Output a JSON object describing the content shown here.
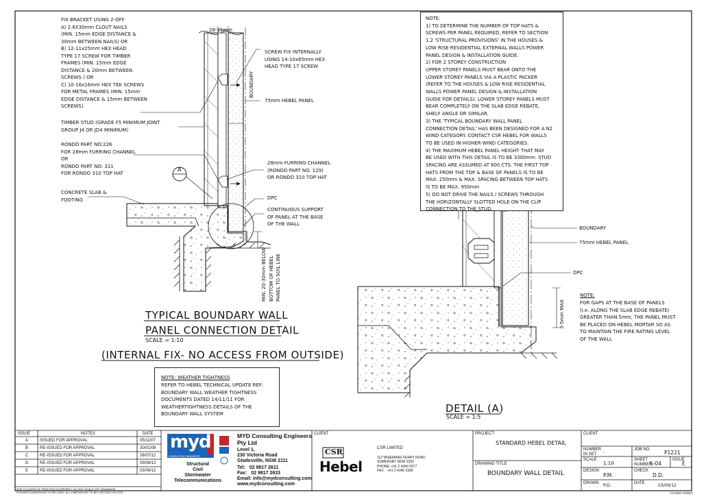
{
  "left_labels": {
    "fix_bracket": "FIX BRACKET USING 2-OFF\nA) 2.8X30mm CLOUT NAILS\n(MIN. 15mm EDGE DISTANCE &\n30mm BETWEEN NAILS) OR\nB) 12-11x25mm HEX HEAD\nTYPE 17 SCREW FOR TIMBER\nFRAMES (MIN. 15mm EDGE\nDISTANCE & 20mm BETWEEN\nSCREWS ) OR\nC) 10-16x16mm HEX TEK SCREWS\nFOR METAL FRAMES (MIN. 15mm\nEDGE DISTANCE & 15mm BETWEEN\nSCREWS)",
    "timber_stud": "TIMBER STUD (GRADE F5 MINIMUM JOINT\nGROUP J4 OR JD4 MINIMUM)",
    "rondo": "RONDO PART NO:226\nFOR 28mm FURRING CHANNEL\nOR\nRONDO PART NO: 311\nFOR RONDO 310 TOP HAT",
    "slab": "CONCRETE SLAB &\nFOOTING",
    "dim_top": "28-35mm",
    "screw_fix": "SCREW FIX INTERNALLY\nUSING 14-10x65mm HEX\nHEAD TYPE 17 SCREW",
    "boundary_vertical": "BOUNDARY",
    "panel_75": "75mm HEBEL PANEL",
    "furring": "28mm FURRING CHANNEL\n(RONDO PART NO. 129)\nOR RONDO 310 TOP HAT",
    "dpc": "DPC",
    "continuous": "CONTINUOUS SUPPORT\nOF PANEL AT THE BASE\nOF THE WALL",
    "below_soil": "MIN. 20-30mm BELOW\nBOTTOM OF HEBEL\nPANEL TO SOIL LINE",
    "callout": "A"
  },
  "main_title": {
    "line1": "TYPICAL BOUNDARY WALL",
    "line2": "PANEL CONNECTION DETAIL",
    "scale": "SCALE = 1:10",
    "line3": "(INTERNAL FIX- NO ACCESS FROM OUTSIDE)"
  },
  "weather_note": {
    "heading": "NOTE: WEATHER TIGHTNESS",
    "body": "REFER TO HEBEL TECHNICAL UPDATE REF:\nBOUNDARY WALL WEATHER TIGHTNESS\nDOCUMENTS DATED 14/11/11 FOR\nWEATHERTIGHTNESS DETAILS OF THE\nBOUNDARY WALL SYSTEM"
  },
  "notes_box": {
    "text": "NOTE:\n1) TO DETERMINE THE NUMBER OF TOP HATS &\nSCREWS PER PANEL REQUIRED, REFER TO SECTION\n1.2 'STRUCTURAL PROVISIONS' IN THE HOUSES &\nLOW RISE RESIDENTIAL EXTERNAL WALLS POWER\nPANEL DESIGN & INSTALLATION GUIDE.\n2) FOR 2 STOREY CONSTRUCTION\nUPPER STOREY PANELS MUST BEAR ONTO THE\nLOWER STOREY PANELS VIA A PLASTIC PACKER\n(REFER TO THE HOUSES & LOW RISE RESIDENTIAL\nWALLS POWER PANEL DESIGN & INSTALLATION\nGUIDE FOR DETAILS). LOWER STOREY PANELS MUST\nBEAR COMPLETELY ON THE SLAB EDGE REBATE,\nSHELF ANGLE OR SIMILAR.\n3) THE 'TYPICAL BOUNDARY WALL PANEL\nCONNECTION DETAIL' HAS BEEN DESIGNED FOR A N2\nWIND CATEGORY. CONTACT CSR HEBEL FOR WALLS\nTO BE USED IN HIGHER WIND CATEGORIES.\n4) THE MAXIMUM HEBEL PANEL HEIGHT THAT MAY\nBE USED WITH THIS DETAIL IS TO BE 3300mm. STUD\nSPACING ARE ASSUMED AT 600 CTS. THE FIRST TOP\nHATS FROM THE TOP & BASE OF PANELS IS TO BE\nMAX. 250mm & MAX. SPACING BETWEEN TOP HATS\nIS TO BE MAX. 950mm\n5) DO NOT DRIVE THE NAILS / SCREWS THROUGH\nTHE HORIZONTALLY SLOTTED HOLE ON THE CLIP\nCONNECTION TO THE STUD."
  },
  "detail_a": {
    "boundary": "BOUNDARY",
    "panel": "75mm HEBEL PANEL",
    "dpc": "DPC",
    "dim": "3-5mm MAX",
    "note_heading": "NOTE:",
    "note_body": "FOR GAPS AT THE BASE OF PANELS\n(i.e. ALONG THE SLAB EDGE REBATE)\nGREATER THAN 5mm, THE PANEL MUST\nBE PLACED ON HEBEL MORTAR SO AS\nTO MAINTAIN THE FIRE RATING LEVEL\nOF THE WALL",
    "title": "DETAIL (A)",
    "scale": "SCALE = 1:5"
  },
  "title_block": {
    "issue_header": "ISSUE",
    "notes_header": "NOTES",
    "date_header": "DATE",
    "issues": [
      {
        "issue": "A",
        "note": "ISSUED FOR APPROVAL",
        "date": "05/11/07"
      },
      {
        "issue": "B",
        "note": "RE-ISSUED FOR APPROVAL",
        "date": "30/01/08"
      },
      {
        "issue": "C",
        "note": "RE-ISSUED FOR APPROVAL",
        "date": "26/07/12"
      },
      {
        "issue": "D",
        "note": "RE-ISSUED FOR APPROVAL",
        "date": "09/08/12"
      },
      {
        "issue": "E",
        "note": "RE-ISSUED FOR APPROVAL",
        "date": "03/09/12"
      }
    ],
    "myd_logo": "myd",
    "myd_tagline": "CONSULTING ENGINEERS",
    "services": "Structural\nCivil\nStormwater\nTelecommunications",
    "company": "MYD Consulting Engineers\nPty Ltd",
    "address": "Level 1,\n230 Victoria Road\nGladesville, NSW 2111",
    "contact": "Tel:   02 9817 2611\nFax:   02 9817 2633\nEmail: info@mydconsulting.com\nwww.mydconsulting.com",
    "client_label": "CLIENT",
    "csr_logo": "CSR",
    "hebel_logo": "Hebel",
    "csr_name": "CSR LIMITED",
    "csr_address": "112 WISEMANS FERRY ROAD\nSOMERSBY NSW 2250\nPHONE: +61 2 4340 3377\nFAX:   +61 2 4340 3300",
    "project_label": "PROJECT",
    "project": "STANDARD HEBEL  DETAIL",
    "drawing_title_label": "DRAWING TITLE",
    "drawing_title": "BOUNDARY WALL DETAIL",
    "client_label2": "CLIENT",
    "number_in_set_label": "NUMBER\nIN SET",
    "number_in_set": "-",
    "job_no_label": "JOB NO.",
    "job_no": "P1221",
    "scale_label": "SCALE",
    "scale": "1:10",
    "sheet_number_label": "SHEET\nNUMBER",
    "sheet_number": "S-04",
    "issue_label": "ISSUE",
    "issue": "E",
    "design_label": "DESIGN",
    "design": "P.M.",
    "check_label": "CHECK",
    "check": "D.D.",
    "drawn_label": "DRAWN",
    "drawn": "P.D.",
    "date_label": "DATE",
    "date": "03/09/12",
    "sheet_size": "A3 DWG SHEET",
    "disclaimer": "DUE TO LIMITS OF PRINTING EQUIPMENT, DO NOT SCALE OFF DRAWINGS\nFIGURED DIMENSIONS TO BE USED, ALL DIMENSIONS TO BE CHECKED ON SITE"
  }
}
